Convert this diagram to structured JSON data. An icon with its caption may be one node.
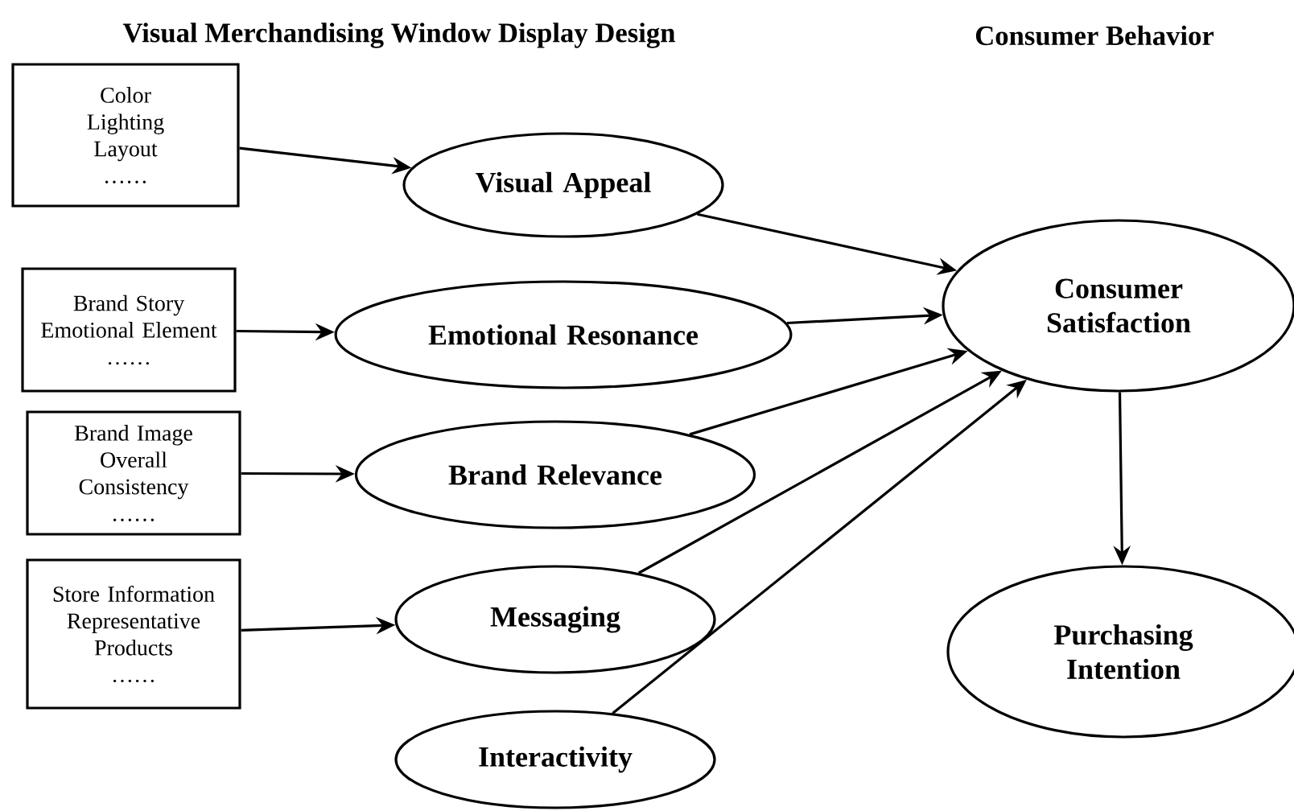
{
  "diagram": {
    "nodes": [
      {
        "text": [
          "Color",
          "Lighting",
          "Layout",
          "……"
        ]
      },
      {
        "text": [
          "Brand Story",
          "Emotional Element",
          "……"
        ]
      },
      {
        "text": [
          "Brand Image",
          "Overall Consistency",
          "……"
        ]
      },
      {
        "text": [
          "Store Information",
          "Representative Products",
          "……"
        ]
      },
      {
        "text": [
          "Visual Appeal"
        ]
      },
      {
        "text": [
          "Emotional Resonance"
        ]
      },
      {
        "text": [
          "Brand Relevance"
        ]
      },
      {
        "text": [
          "Messaging"
        ]
      },
      {
        "text": [
          "Interactivity"
        ]
      },
      {
        "text": [
          "Consumer Satisfaction"
        ]
      },
      {
        "text": [
          "Purchasing Intention"
        ]
      }
    ],
    "edges": [
      {
        "from": 0,
        "to": 4,
        "arrow": "to"
      },
      {
        "from": 1,
        "to": 5,
        "arrow": "to"
      },
      {
        "from": 2,
        "to": 6,
        "arrow": "to"
      },
      {
        "from": 3,
        "to": 7,
        "arrow": "to"
      },
      {
        "from": 4,
        "to": 9,
        "arrow": "to"
      },
      {
        "from": 5,
        "to": 9,
        "arrow": "to"
      },
      {
        "from": 6,
        "to": 9,
        "arrow": "to"
      },
      {
        "from": 7,
        "to": 9,
        "arrow": "to"
      },
      {
        "from": 8,
        "to": 9,
        "arrow": "to"
      },
      {
        "from": 9,
        "to": 10,
        "arrow": "to"
      }
    ],
    "labels": [
      "Visual Merchandising Window Display Design",
      "Consumer Behavior"
    ]
  }
}
